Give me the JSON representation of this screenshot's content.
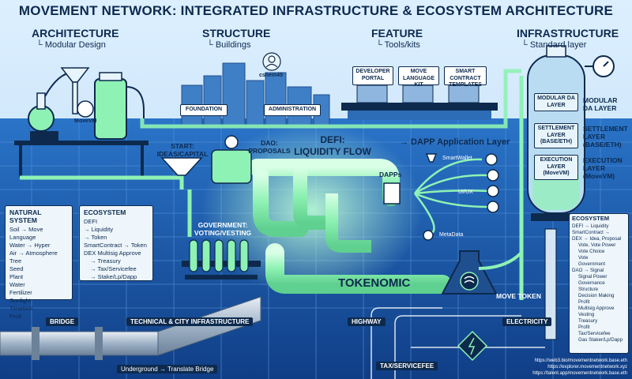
{
  "title": "MOVEMENT NETWORK: INTEGRATED INFRASTRUCTURE & ECOSYSTEM ARCHITECTURE",
  "columns": {
    "architecture": {
      "heading": "ARCHITECTURE",
      "sub": "└ Modular Design"
    },
    "structure": {
      "heading": "STRUCTURE",
      "sub": "└ Buildings"
    },
    "feature": {
      "heading": "FEATURE",
      "sub": "└ Tools/kits"
    },
    "infrastructure": {
      "heading": "INFRASTRUCTURE",
      "sub": "└ Standard layer"
    }
  },
  "lab": {
    "badge": "MoveVM"
  },
  "buildings": {
    "user": "cshein45",
    "left": "FOUNDATION",
    "right": "ADMINISTRATION"
  },
  "toolkits": [
    "DEVELOPER PORTAL",
    "MOVE LANGUAGE KIT",
    "SMART CONTRACT TEMPLATES"
  ],
  "tower": {
    "inside": [
      "MODULAR DA LAYER",
      "SETTLEMENT LAYER (BASE/ETH)",
      "EXECUTION LAYER (MoveVM)"
    ],
    "outside": [
      "MODULAR DA LAYER",
      "SETTLEMENT LAYER (BASE/ETH)",
      "EXECUTION LAYER (MoveVM)"
    ]
  },
  "flow": {
    "start": "START: IDEAS/CAPITAL",
    "dao": "DAO: PROPOSALS",
    "defi_line1": "DEFI:",
    "defi_line2": "LIQUIDITY FLOW",
    "dapp_layer": "→ DAPP Application Layer",
    "dapps": "DAPPs",
    "smartwallet": "SmartWallet",
    "uiux": "UI/UX",
    "metadata": "MetaData",
    "government": "GOVERNMENT: VOTING/VESTING",
    "tokenomic": "TOKENOMIC",
    "move_token": "MOVE TOKEN"
  },
  "natural_system": {
    "heading": "NATURAL SYSTEM",
    "lines": [
      "Soil → Move Language",
      "Water → Hyper",
      "Air → Atmosphere",
      "Tree",
      "Seed",
      "Plant",
      "Water",
      "Fertilizer",
      "Sunlight",
      "Timelock",
      "Fruit"
    ]
  },
  "ecosystem_left": {
    "heading": "ECOSYSTEM",
    "lines": [
      "DEFI",
      "→ Liquidity",
      "→ Token",
      "SmartContract → Token",
      "DEX Multisig Approve",
      "→ Treasury",
      "→ Tax/Servicefee",
      "→ Stake/Lp/Dapp"
    ]
  },
  "ecosystem_right": {
    "heading": "ECOSYSTEM",
    "lines": [
      "DEFI → Liquidity",
      "SmartContract →",
      "DEX → Idea, Proposal",
      "Vote, Vote Power",
      "Vote Choice",
      "Vote",
      "Government",
      "DAO → Signal",
      "Signal Power",
      "Governance Structure",
      "Decision Making",
      "Profit",
      "Multisig Approve",
      "Vesting",
      "Treasury",
      "Profit",
      "Tax/Servicefee",
      "Gas Staker/Lp/Dapp"
    ]
  },
  "roads": {
    "bridge": "BRIDGE",
    "tech": "TECHNICAL & CITY INFRASTRUCTURE",
    "highway": "HIGHWAY",
    "electricity": "ELECTRICITY",
    "tax": "TAX/SERVICEFEE",
    "underground": "Underground → Translate Bridge"
  },
  "links": [
    "https://web3.bio/movementnetwork.base.eth",
    "https://explorer.movementnetwork.xyz",
    "https://talent.app/movementnetwork.base.eth"
  ],
  "colors": {
    "navy": "#0d2a4e",
    "glow": "#8ef2b4",
    "sky": "#cfe6f7",
    "grid": "#1f64b8"
  }
}
